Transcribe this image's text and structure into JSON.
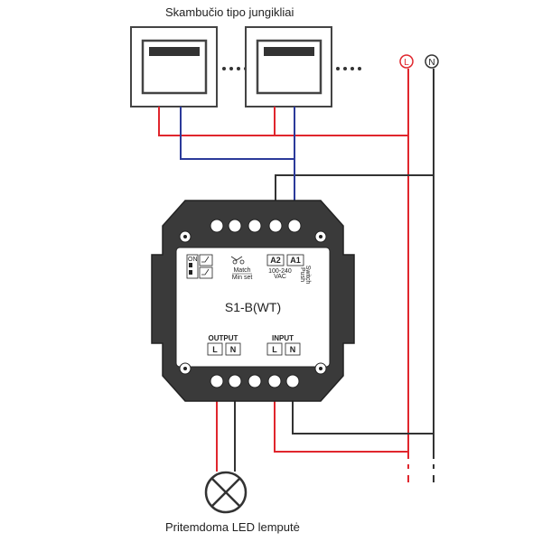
{
  "title_top": "Skambučio tipo jungikliai",
  "title_bottom": "Pritemdoma LED lemputė",
  "line_labels": {
    "live": "L",
    "neutral": "N"
  },
  "device": {
    "model": "S1-B(WT)",
    "dip_on": "ON",
    "match_label": "Match",
    "min_set_label": "Min set",
    "a2_label": "A2",
    "a1_label": "A1",
    "voltage_label": "100-240",
    "vac_label": "VAC",
    "push_label": "Push",
    "switch_label": "Switch",
    "output_label": "OUTPUT",
    "input_label": "INPUT",
    "terminal_L": "L",
    "terminal_N": "N"
  },
  "colors": {
    "live_wire": "#e0262d",
    "neutral_wire": "#333333",
    "switch_wire": "#2b3a9a",
    "device_body": "#3a3a3a"
  }
}
